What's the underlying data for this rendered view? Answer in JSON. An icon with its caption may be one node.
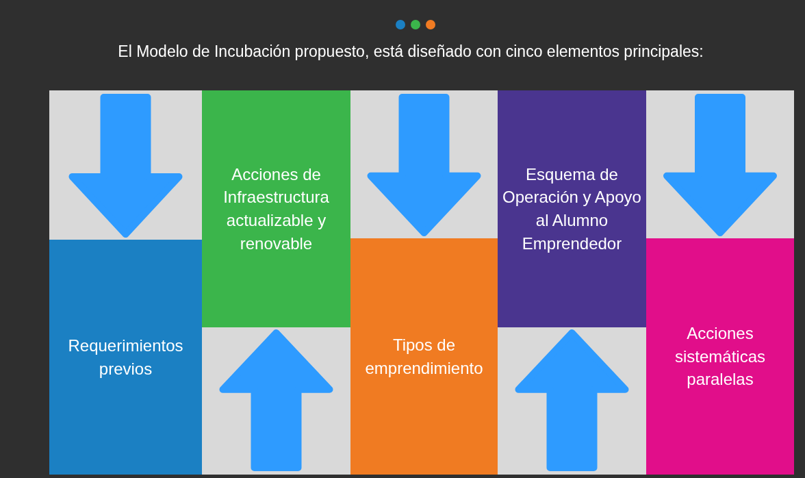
{
  "diagram": {
    "title": "El Modelo de Incubación propuesto, está diseñado con cinco elementos principales:",
    "nodes": [
      {
        "text": [
          "Requerimientos previos"
        ]
      },
      {
        "text": [
          "Acciones de Infraestructura actualizable y renovable"
        ]
      },
      {
        "text": [
          "Tipos de emprendimiento"
        ]
      },
      {
        "text": [
          "Esquema de Operación y Apoyo al Alumno Emprendedor"
        ]
      },
      {
        "text": [
          "Acciones sistemáticas paralelas"
        ]
      }
    ],
    "edges": [
      {
        "from": null,
        "to": 0,
        "arrow": "to"
      },
      {
        "from": null,
        "to": 1,
        "arrow": "to"
      },
      {
        "from": null,
        "to": 2,
        "arrow": "to"
      },
      {
        "from": null,
        "to": 3,
        "arrow": "to"
      },
      {
        "from": null,
        "to": 4,
        "arrow": "to"
      }
    ]
  }
}
